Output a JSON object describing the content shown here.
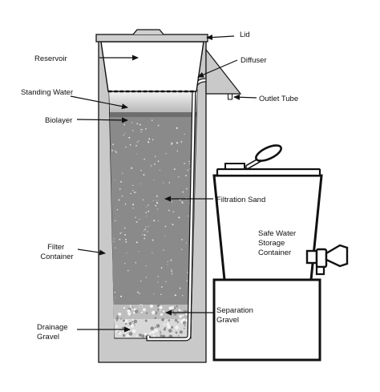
{
  "labels": {
    "lid": [
      "Lid"
    ],
    "reservoir": [
      "Reservoir"
    ],
    "diffuser": [
      "Diffuser"
    ],
    "standing_water": [
      "Standing Water"
    ],
    "outlet_tube": [
      "Outlet Tube"
    ],
    "biolayer": [
      "Biolayer"
    ],
    "filtration_sand": [
      "Filtration Sand"
    ],
    "filter_container": [
      "Filter",
      "Container"
    ],
    "safe_water_storage_container": [
      "Safe Water",
      "Storage",
      "Container"
    ],
    "separation_gravel": [
      "Separation",
      "Gravel"
    ],
    "drainage_gravel": [
      "Drainage",
      "Gravel"
    ]
  },
  "colors": {
    "container": "#c9c9c9",
    "sand": "#8a8a8a",
    "gravel": "#d8d8d8",
    "outline": "#111111"
  },
  "icons": [
    "faucet-icon",
    "arrow-icon"
  ]
}
